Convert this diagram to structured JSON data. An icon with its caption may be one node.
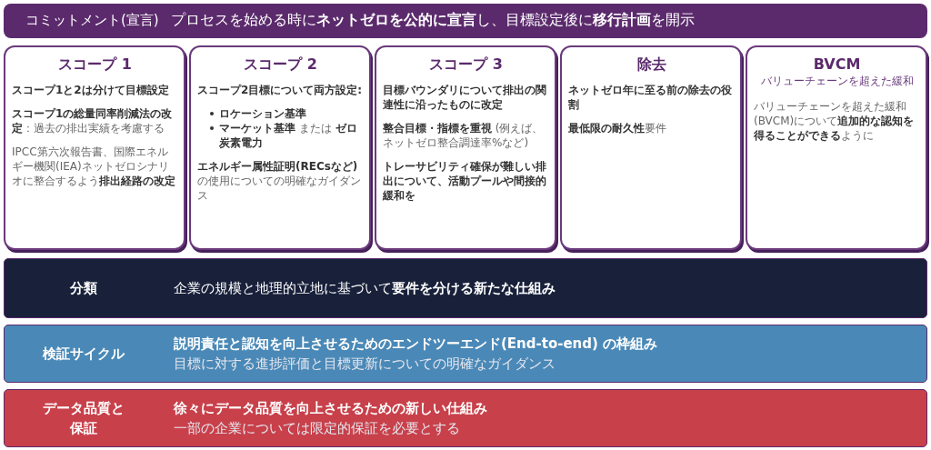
{
  "diagram": {
    "nodes": [
      {
        "text": [
          "コミットメント(宣言)",
          "プロセスを始める時に**ネットゼロを公的に宣言**し、目標設定後に**移行計画**を開示"
        ]
      },
      {
        "text": [
          "スコープ 1",
          "スコープ1と2は分けて目標設定",
          "**スコープ1の総量同率削減法の改定**：過去の排出実績を考慮する",
          "IPCC第六次報告書、国際エネルギー機関(IEA)ネットゼロシナリオに整合するよう**排出経路の改定**"
        ]
      },
      {
        "text": [
          "スコープ 2",
          "スコープ2目標について両方設定:",
          "ロケーション基準",
          "**マーケット基準** または **ゼロ炭素電力**",
          "**エネルギー属性証明(RECsなど)**の使用についての明確なガイダンス"
        ]
      },
      {
        "text": [
          "スコープ 3",
          "目標バウンダリについて排出の関連性に沿ったものに改定",
          "**整合目標・指標を重視** (例えば、ネットゼロ整合調達率%など)",
          "トレーサビリティ確保が難しい排出について、活動プールや間接的緩和を"
        ]
      },
      {
        "text": [
          "除去",
          "ネットゼロ年に至る前の除去の役割",
          "**最低限の耐久性**要件"
        ]
      },
      {
        "text": [
          "BVCM",
          "バリューチェーンを超えた緩和",
          "バリューチェーンを超えた緩和(BVCM)について**追加的な認知を得ることができる**ように"
        ]
      },
      {
        "text": [
          "分類",
          "企業の規模と地理的立地に基づいて**要件を分ける新たな仕組み**"
        ]
      },
      {
        "text": [
          "検証サイクル",
          "説明責任と認知を向上させるためのエンドツーエンド(End-to-end) の枠組み",
          "目標に対する進捗評価と目標更新についての明確なガイダンス"
        ]
      },
      {
        "text": [
          "データ品質と保証",
          "徐々にデータ品質を向上させるための新しい仕組み",
          "一部の企業については限定的保証を必要とする"
        ]
      }
    ]
  }
}
